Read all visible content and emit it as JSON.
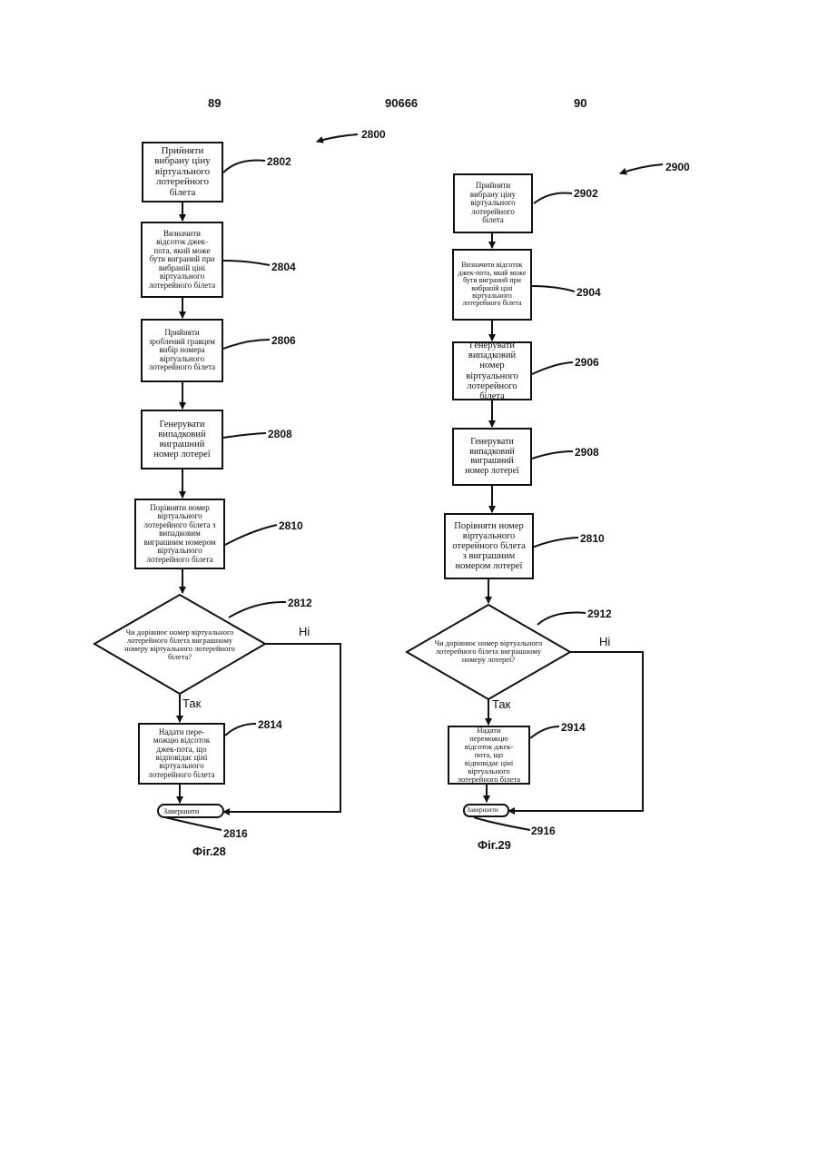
{
  "header": {
    "left_page": "89",
    "doc_number": "90666",
    "right_page": "90"
  },
  "fig28": {
    "ref": "2800",
    "caption": "Фіг.28",
    "boxes": [
      {
        "ref": "2802",
        "text": "Прийняти\nвибрану ціну\nвіртуального\nлотерейного\nбілета"
      },
      {
        "ref": "2804",
        "text": "Визначити\nвідсоток джек-\nпота, який може\nбути виграний при\nвибраній ціні\nвіртуального\nлотерейного білета"
      },
      {
        "ref": "2806",
        "text": "Прийняти\nзроблений гравцем\nвибір номера\nвіртуального\nлотерейного білета"
      },
      {
        "ref": "2808",
        "text": "Генерувати\nвипадковий\nвиграшний\nномер лотереї"
      },
      {
        "ref": "2810",
        "text": "Порівняти номер\nвіртуального\nлотерейного білета з\nвипадковим\nвиграшним номером\nвіртуального\nлотерейного білета"
      },
      {
        "ref": "2814",
        "text": "Надати пере-\nможцю відсоток\nджек-пота, що\nвідповідає ціні\nвіртуального\nлотерейного білета"
      }
    ],
    "decision": {
      "ref": "2812",
      "text": "Чи дорівнює номер віртуального\nлотерейного білета виграшному\nномеру віртуального лотерейного\nбілета?",
      "yes": "Так",
      "no": "Ні"
    },
    "end": {
      "ref": "2816",
      "text": "Завершити"
    }
  },
  "fig29": {
    "ref": "2900",
    "caption": "Фіг.29",
    "boxes": [
      {
        "ref": "2902",
        "text": "Прийняти\nвибрану ціну\nвіртуального\nлотерейного\nбілета"
      },
      {
        "ref": "2904",
        "text": "Визначити відсоток\nджек-пота, який може\nбути виграний при\nвибраній ціні\nвіртуального\nлотерейного білета"
      },
      {
        "ref": "2906",
        "text": "Генерувати\nвипадковий\nномер\nвіртуального\nлотерейного\nбілета"
      },
      {
        "ref": "2908",
        "text": "Генерувати\nвипадковий\nвиграшний\nномер лотереї"
      },
      {
        "ref": "2810",
        "text": "Порівняти номер\nвіртуального\nотерейного білета\nз виграшним\nномером лотереї"
      },
      {
        "ref": "2914",
        "text": "Надати\nпереможцю\nвідсоток джек-\nпота, що\nвідповідає ціні\nвіртуального\nлотерейного білета"
      }
    ],
    "decision": {
      "ref": "2912",
      "text": "Чи дорівнює номер віртуального\nлотерейного білета виграшному\nномеру лотереї?",
      "yes": "Так",
      "no": "Ні"
    },
    "end": {
      "ref": "2916",
      "text": "Завершити"
    }
  }
}
